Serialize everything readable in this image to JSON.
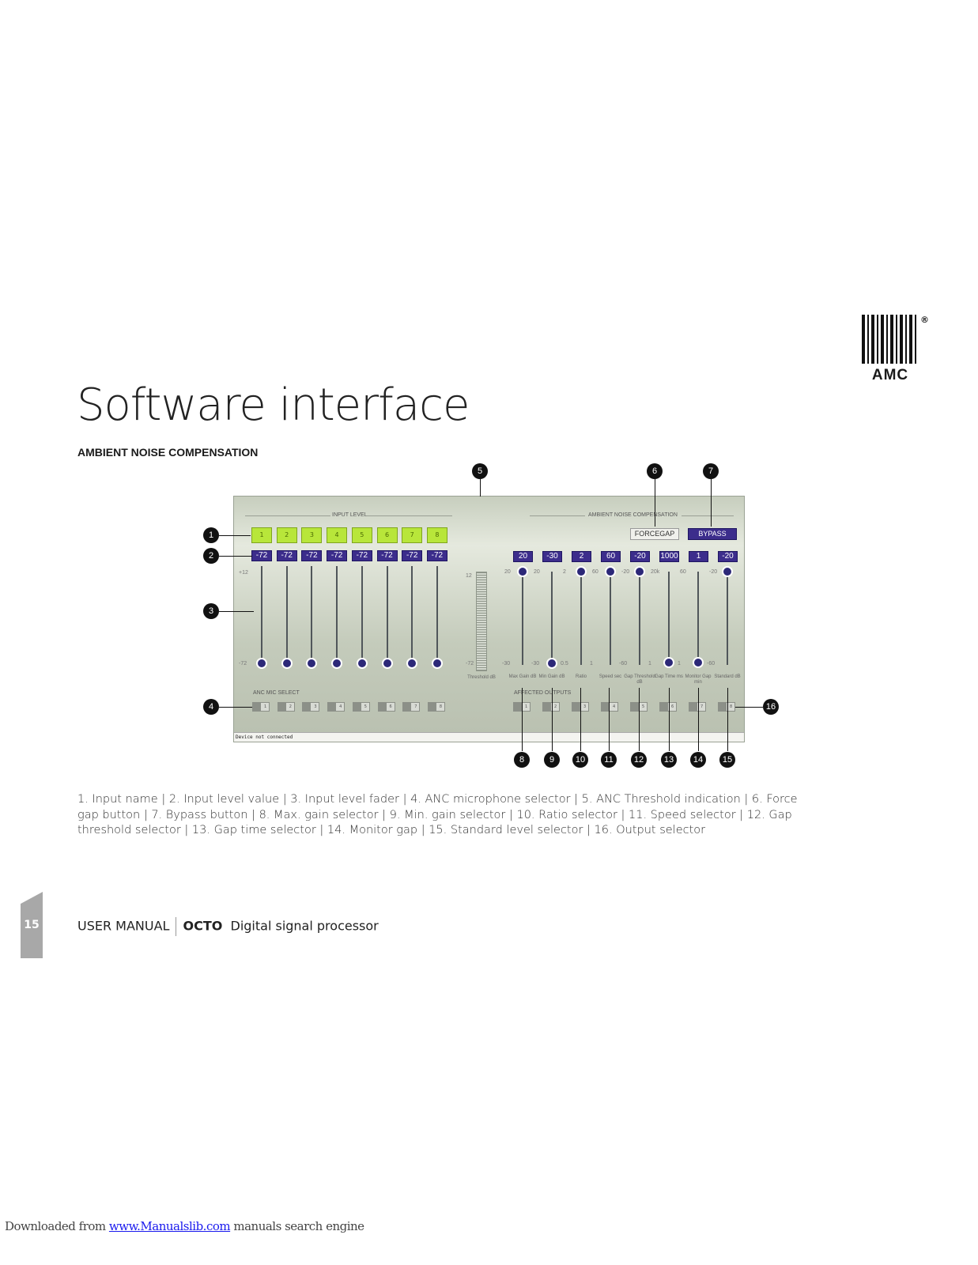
{
  "logo": {
    "word": "AMC",
    "reg": "®"
  },
  "title": "Software interface",
  "subtitle": "AMBIENT NOISE COMPENSATION",
  "ui": {
    "input_level_label": "INPUT LEVEL",
    "anc_label": "AMBIENT NOISE COMPENSATION",
    "anc_mic_select_label": "ANC MIC SELECT",
    "affected_outputs_label": "AFFECTED OUTPUTS",
    "forcegap": "FORCEGAP",
    "bypass": "BYPASS",
    "input_names": [
      "1",
      "2",
      "3",
      "4",
      "5",
      "6",
      "7",
      "8"
    ],
    "input_values": [
      "-72",
      "-72",
      "-72",
      "-72",
      "-72",
      "-72",
      "-72",
      "-72"
    ],
    "fader_scale_top": "+12",
    "fader_scale_bottom": "-72",
    "threshold_top": "12",
    "threshold_bottom": "-72",
    "threshold_label": "Threshold dB",
    "mic_buttons": [
      "1",
      "2",
      "3",
      "4",
      "5",
      "6",
      "7",
      "8"
    ],
    "output_buttons": [
      "1",
      "2",
      "3",
      "4",
      "5",
      "6",
      "7",
      "8"
    ],
    "anc_values": [
      "20",
      "-30",
      "2",
      "60",
      "-20",
      "1000",
      "1",
      "-20"
    ],
    "anc_tops": [
      "20",
      "20",
      "2",
      "60",
      "-20",
      "20k",
      "60",
      "-20"
    ],
    "anc_bottoms": [
      "-30",
      "-30",
      "0.5",
      "1",
      "-60",
      "1",
      "1",
      "-60"
    ],
    "anc_labels": [
      "Max Gain dB",
      "Min Gain dB",
      "Ratio",
      "Speed sec",
      "Gap Threshold dB",
      "Gap Time ms",
      "Monitor Gap min",
      "Standard dB"
    ],
    "status": "Device not connected"
  },
  "callouts": [
    "1",
    "2",
    "3",
    "4",
    "5",
    "6",
    "7",
    "8",
    "9",
    "10",
    "11",
    "12",
    "13",
    "14",
    "15",
    "16"
  ],
  "caption": "1. Input name | 2. Input level value | 3. Input level fader | 4.  ANC microphone selector  | 5. ANC Threshold indication | 6. Force gap button | 7. Bypass button | 8. Max. gain selector | 9. Min. gain selector | 10.  Ratio selector | 11. Speed selector | 12. Gap threshold selector | 13. Gap time selector | 14. Monitor gap | 15. Standard level selector | 16. Output selector",
  "footer": {
    "page": "15",
    "manual": "USER MANUAL",
    "product": "OCTO",
    "desc": "Digital signal processor"
  },
  "download": {
    "prefix": "Downloaded from ",
    "link": "www.Manualslib.com",
    "suffix": " manuals search engine"
  },
  "colors": {
    "name_green": "#b8e63a",
    "value_purple": "#3c2d8c"
  }
}
